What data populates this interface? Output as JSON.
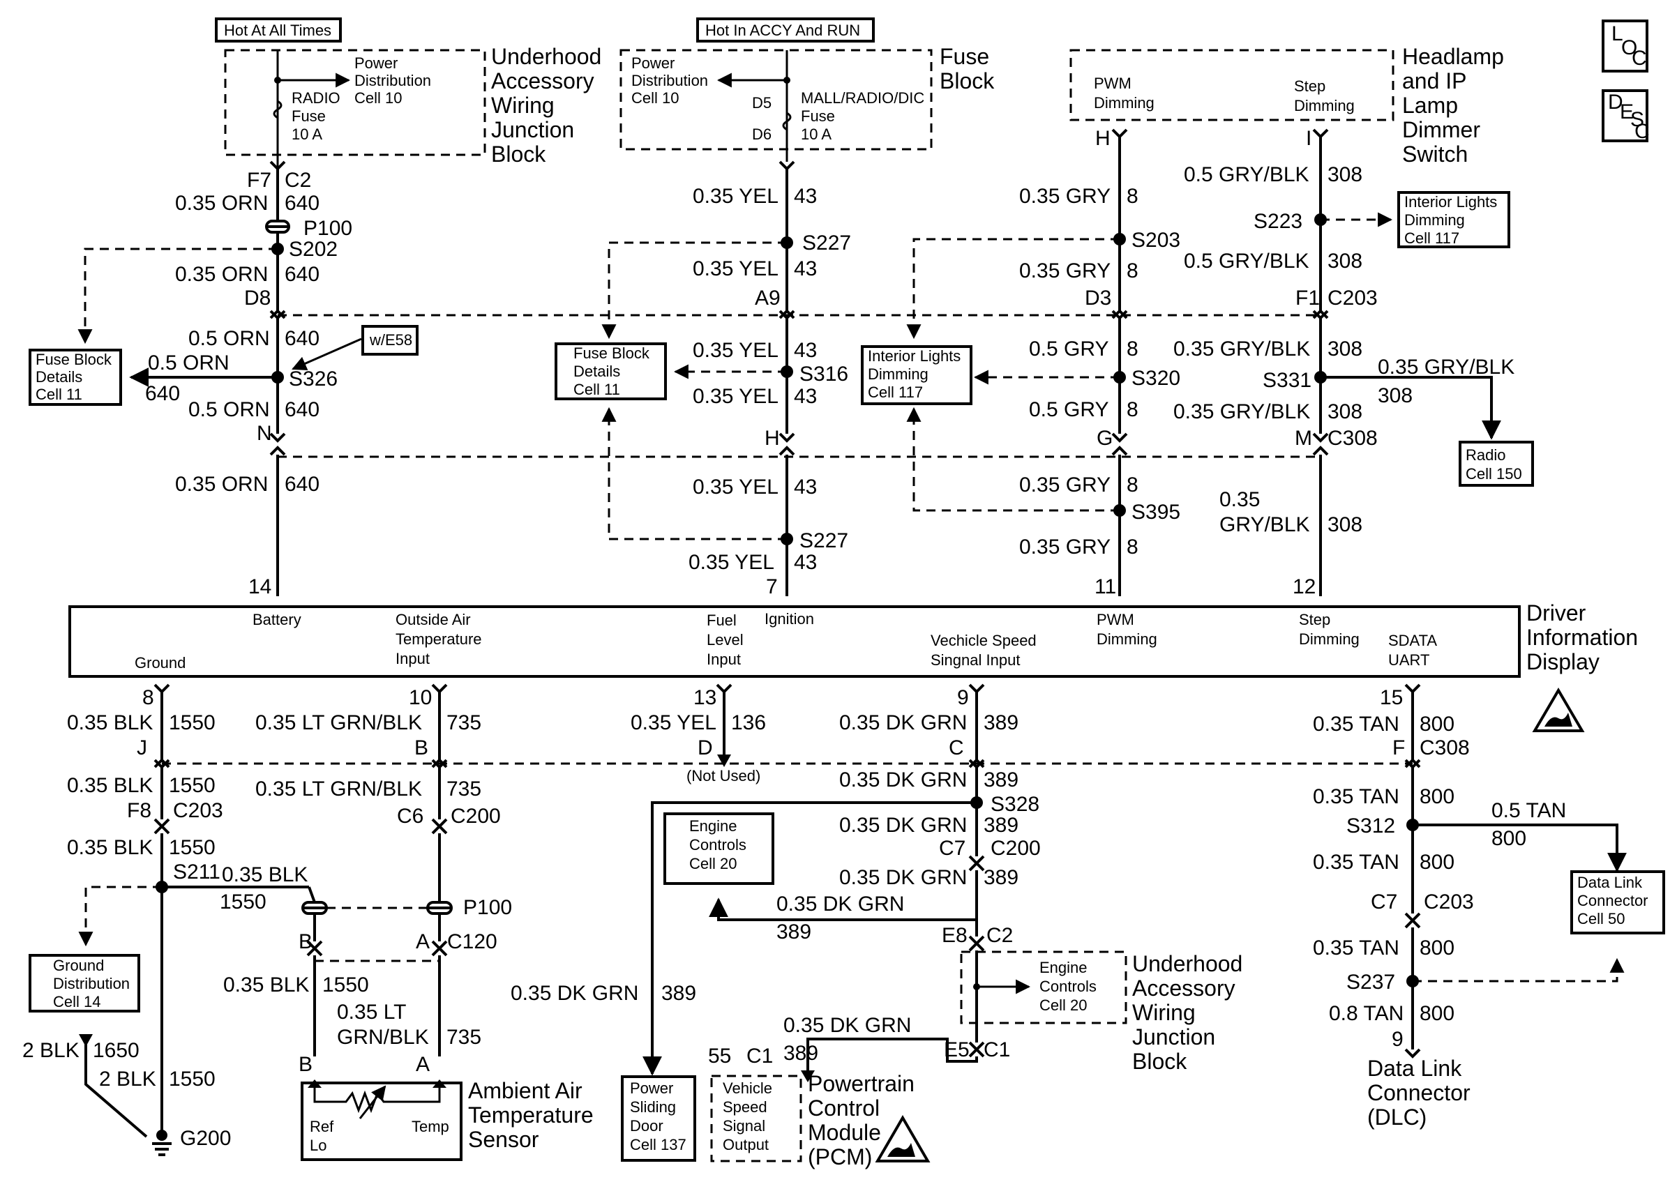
{
  "tags": {
    "hot_at_all_times": "Hot At All Times",
    "hot_accy_run": "Hot In ACCY And RUN",
    "w_e58": "w/E58"
  },
  "corner": {
    "loc": [
      "L",
      "O",
      "C"
    ],
    "desc": [
      "D",
      "E",
      "S",
      "C"
    ]
  },
  "components": {
    "underhood_top": [
      "Underhood",
      "Accessory",
      "Wiring",
      "Junction",
      "Block"
    ],
    "fuse_block": [
      "Fuse",
      "Block"
    ],
    "headlamp_switch": [
      "Headlamp",
      "and IP",
      "Lamp",
      "Dimmer",
      "Switch"
    ],
    "did": [
      "Driver",
      "Information",
      "Display"
    ],
    "underhood_bottom": [
      "Underhood",
      "Accessory",
      "Wiring",
      "Junction",
      "Block"
    ],
    "pcm": [
      "Powertrain",
      "Control",
      "Module",
      "(PCM)"
    ],
    "aat_sensor": [
      "Ambient Air",
      "Temperature",
      "Sensor"
    ],
    "dlc": [
      "Data Link",
      "Connector",
      "(DLC)"
    ]
  },
  "internals": {
    "pd_cell10_a": [
      "Power",
      "Distribution",
      "Cell 10"
    ],
    "radio_fuse": [
      "RADIO",
      "Fuse",
      "10 A"
    ],
    "pd_cell10_b": [
      "Power",
      "Distribution",
      "Cell 10"
    ],
    "mall_fuse": [
      "MALL/RADIO/DIC",
      "Fuse",
      "10 A"
    ],
    "pwm_dimming": [
      "PWM",
      "Dimming"
    ],
    "step_dimming": [
      "Step",
      "Dimming"
    ],
    "engine_controls_inner": [
      "Engine",
      "Controls",
      "Cell 20"
    ],
    "vss_output": [
      "Vehicle",
      "Speed",
      "Signal",
      "Output"
    ],
    "sensor_ref_lo": [
      "Ref",
      "Lo"
    ],
    "sensor_temp": "Temp"
  },
  "refs": {
    "fuse_block_details_left": [
      "Fuse Block",
      "Details",
      "Cell 11"
    ],
    "fuse_block_details_mid": [
      "Fuse Block",
      "Details",
      "Cell 11"
    ],
    "interior_lights_mid": [
      "Interior Lights",
      "Dimming",
      "Cell 117"
    ],
    "interior_lights_right": [
      "Interior Lights",
      "Dimming",
      "Cell 117"
    ],
    "radio": [
      "Radio",
      "Cell 150"
    ],
    "engine_controls": [
      "Engine",
      "Controls",
      "Cell 20"
    ],
    "data_link_connector": [
      "Data Link",
      "Connector",
      "Cell 50"
    ],
    "ground_distribution": [
      "Ground",
      "Distribution",
      "Cell 14"
    ],
    "power_sliding_door": [
      "Power",
      "Sliding",
      "Door",
      "Cell 137"
    ]
  },
  "did_pins": {
    "battery": "Battery",
    "ground": "Ground",
    "oat": [
      "Outside Air",
      "Temperature",
      "Input"
    ],
    "fuel": [
      "Fuel",
      "Level",
      "Input"
    ],
    "ignition": "Ignition",
    "vss": [
      "Vechicle Speed",
      "Singnal Input"
    ],
    "pwm": [
      "PWM",
      "Dimming"
    ],
    "step": [
      "Step",
      "Dimming"
    ],
    "sdata": [
      "SDATA",
      "UART"
    ]
  },
  "pins": {
    "p14": "14",
    "p7": "7",
    "p11": "11",
    "p12": "12",
    "p8": "8",
    "p10": "10",
    "p13": "13",
    "p9": "9",
    "p15": "15"
  },
  "col1": {
    "f7": "F7",
    "c2": "C2",
    "w1": "0.35 ORN",
    "c1": "640",
    "p100": "P100",
    "s202": "S202",
    "w2": "0.35 ORN",
    "c2w": "640",
    "d8": "D8",
    "w3": "0.5 ORN",
    "c3": "640",
    "s326": "S326",
    "branch_w": "0.5 ORN",
    "branch_c": "640",
    "w4": "0.5 ORN",
    "c4": "640",
    "n": "N",
    "w5": "0.35 ORN",
    "c5": "640"
  },
  "col2": {
    "d5": "D5",
    "d6": "D6",
    "w1": "0.35 YEL",
    "c1": "43",
    "s227a": "S227",
    "w2": "0.35 YEL",
    "c2": "43",
    "a9": "A9",
    "w3": "0.35 YEL",
    "c3": "43",
    "s316": "S316",
    "w4": "0.35 YEL",
    "c4": "43",
    "h": "H",
    "w5": "0.35 YEL",
    "c5": "43",
    "s227b": "S227",
    "w6": "0.35 YEL",
    "c6": "43"
  },
  "col3": {
    "h": "H",
    "w1": "0.35 GRY",
    "c1": "8",
    "s203": "S203",
    "w2": "0.35 GRY",
    "c2": "8",
    "d3": "D3",
    "w3": "0.5 GRY",
    "c3": "8",
    "s320": "S320",
    "w4": "0.5 GRY",
    "c4": "8",
    "g": "G",
    "w5": "0.35 GRY",
    "c5": "8",
    "s395": "S395",
    "w6": "0.35 GRY",
    "c6": "8"
  },
  "col4": {
    "i": "I",
    "w1": "0.5 GRY/BLK",
    "c1": "308",
    "s223": "S223",
    "w2": "0.5 GRY/BLK",
    "c2": "308",
    "f1": "F1",
    "c203": "C203",
    "w3": "0.35 GRY/BLK",
    "c3": "308",
    "s331": "S331",
    "branch_w": "0.35 GRY/BLK",
    "branch_c": "308",
    "w4": "0.35 GRY/BLK",
    "c4": "308",
    "m": "M",
    "c308": "C308",
    "w5a": "0.35",
    "w5b": "GRY/BLK",
    "c5": "308"
  },
  "colA": {
    "w1": "0.35 BLK",
    "c1": "1550",
    "j": "J",
    "w2": "0.35 BLK",
    "c2": "1550",
    "f8": "F8",
    "c203": "C203",
    "w3": "0.35 BLK",
    "c3": "1550",
    "s211": "S211",
    "branch_w": "0.35 BLK",
    "branch_c": "1550",
    "g1_w": "2 BLK",
    "g1_c": "1650",
    "g2_w": "2 BLK",
    "g2_c": "1550",
    "g200": "G200"
  },
  "colB": {
    "w1": "0.35 LT GRN/BLK",
    "c1": "735",
    "b": "B",
    "w2": "0.35 LT GRN/BLK",
    "c2": "735",
    "c6": "C6",
    "c200": "C200",
    "p100": "P100",
    "b2": "B",
    "a2": "A",
    "c120": "C120",
    "w3": "0.35 BLK",
    "c3": "1550",
    "w4a": "0.35 LT",
    "w4b": "GRN/BLK",
    "c4": "735",
    "b3": "B",
    "a3": "A"
  },
  "colC": {
    "w1": "0.35 YEL",
    "c1": "136",
    "d": "D",
    "not_used": "(Not Used)"
  },
  "colD": {
    "w1": "0.35 DK GRN",
    "c1": "389",
    "c": "C",
    "w2": "0.35 DK GRN",
    "c2": "389",
    "s328": "S328",
    "w3": "0.35 DK GRN",
    "c3": "389",
    "c7": "C7",
    "c200": "C200",
    "w4": "0.35 DK GRN",
    "c4": "389",
    "w5": "0.35 DK GRN",
    "c5": "389",
    "e8": "E8",
    "c2c": "C2",
    "w6": "0.35 DK GRN",
    "c6": "389",
    "w7": "0.35 DK GRN",
    "c7w": "389",
    "p55": "55",
    "c1c": "C1",
    "e5": "E5",
    "c1d": "C1"
  },
  "colE": {
    "w1": "0.35 TAN",
    "c1": "800",
    "f": "F",
    "c308": "C308",
    "w2": "0.35 TAN",
    "c2": "800",
    "s312": "S312",
    "branch_w": "0.5 TAN",
    "branch_c": "800",
    "w3": "0.35 TAN",
    "c3": "800",
    "c7": "C7",
    "c203": "C203",
    "w4": "0.35 TAN",
    "c4": "800",
    "s237": "S237",
    "w5": "0.8 TAN",
    "c5": "800",
    "p9": "9"
  }
}
